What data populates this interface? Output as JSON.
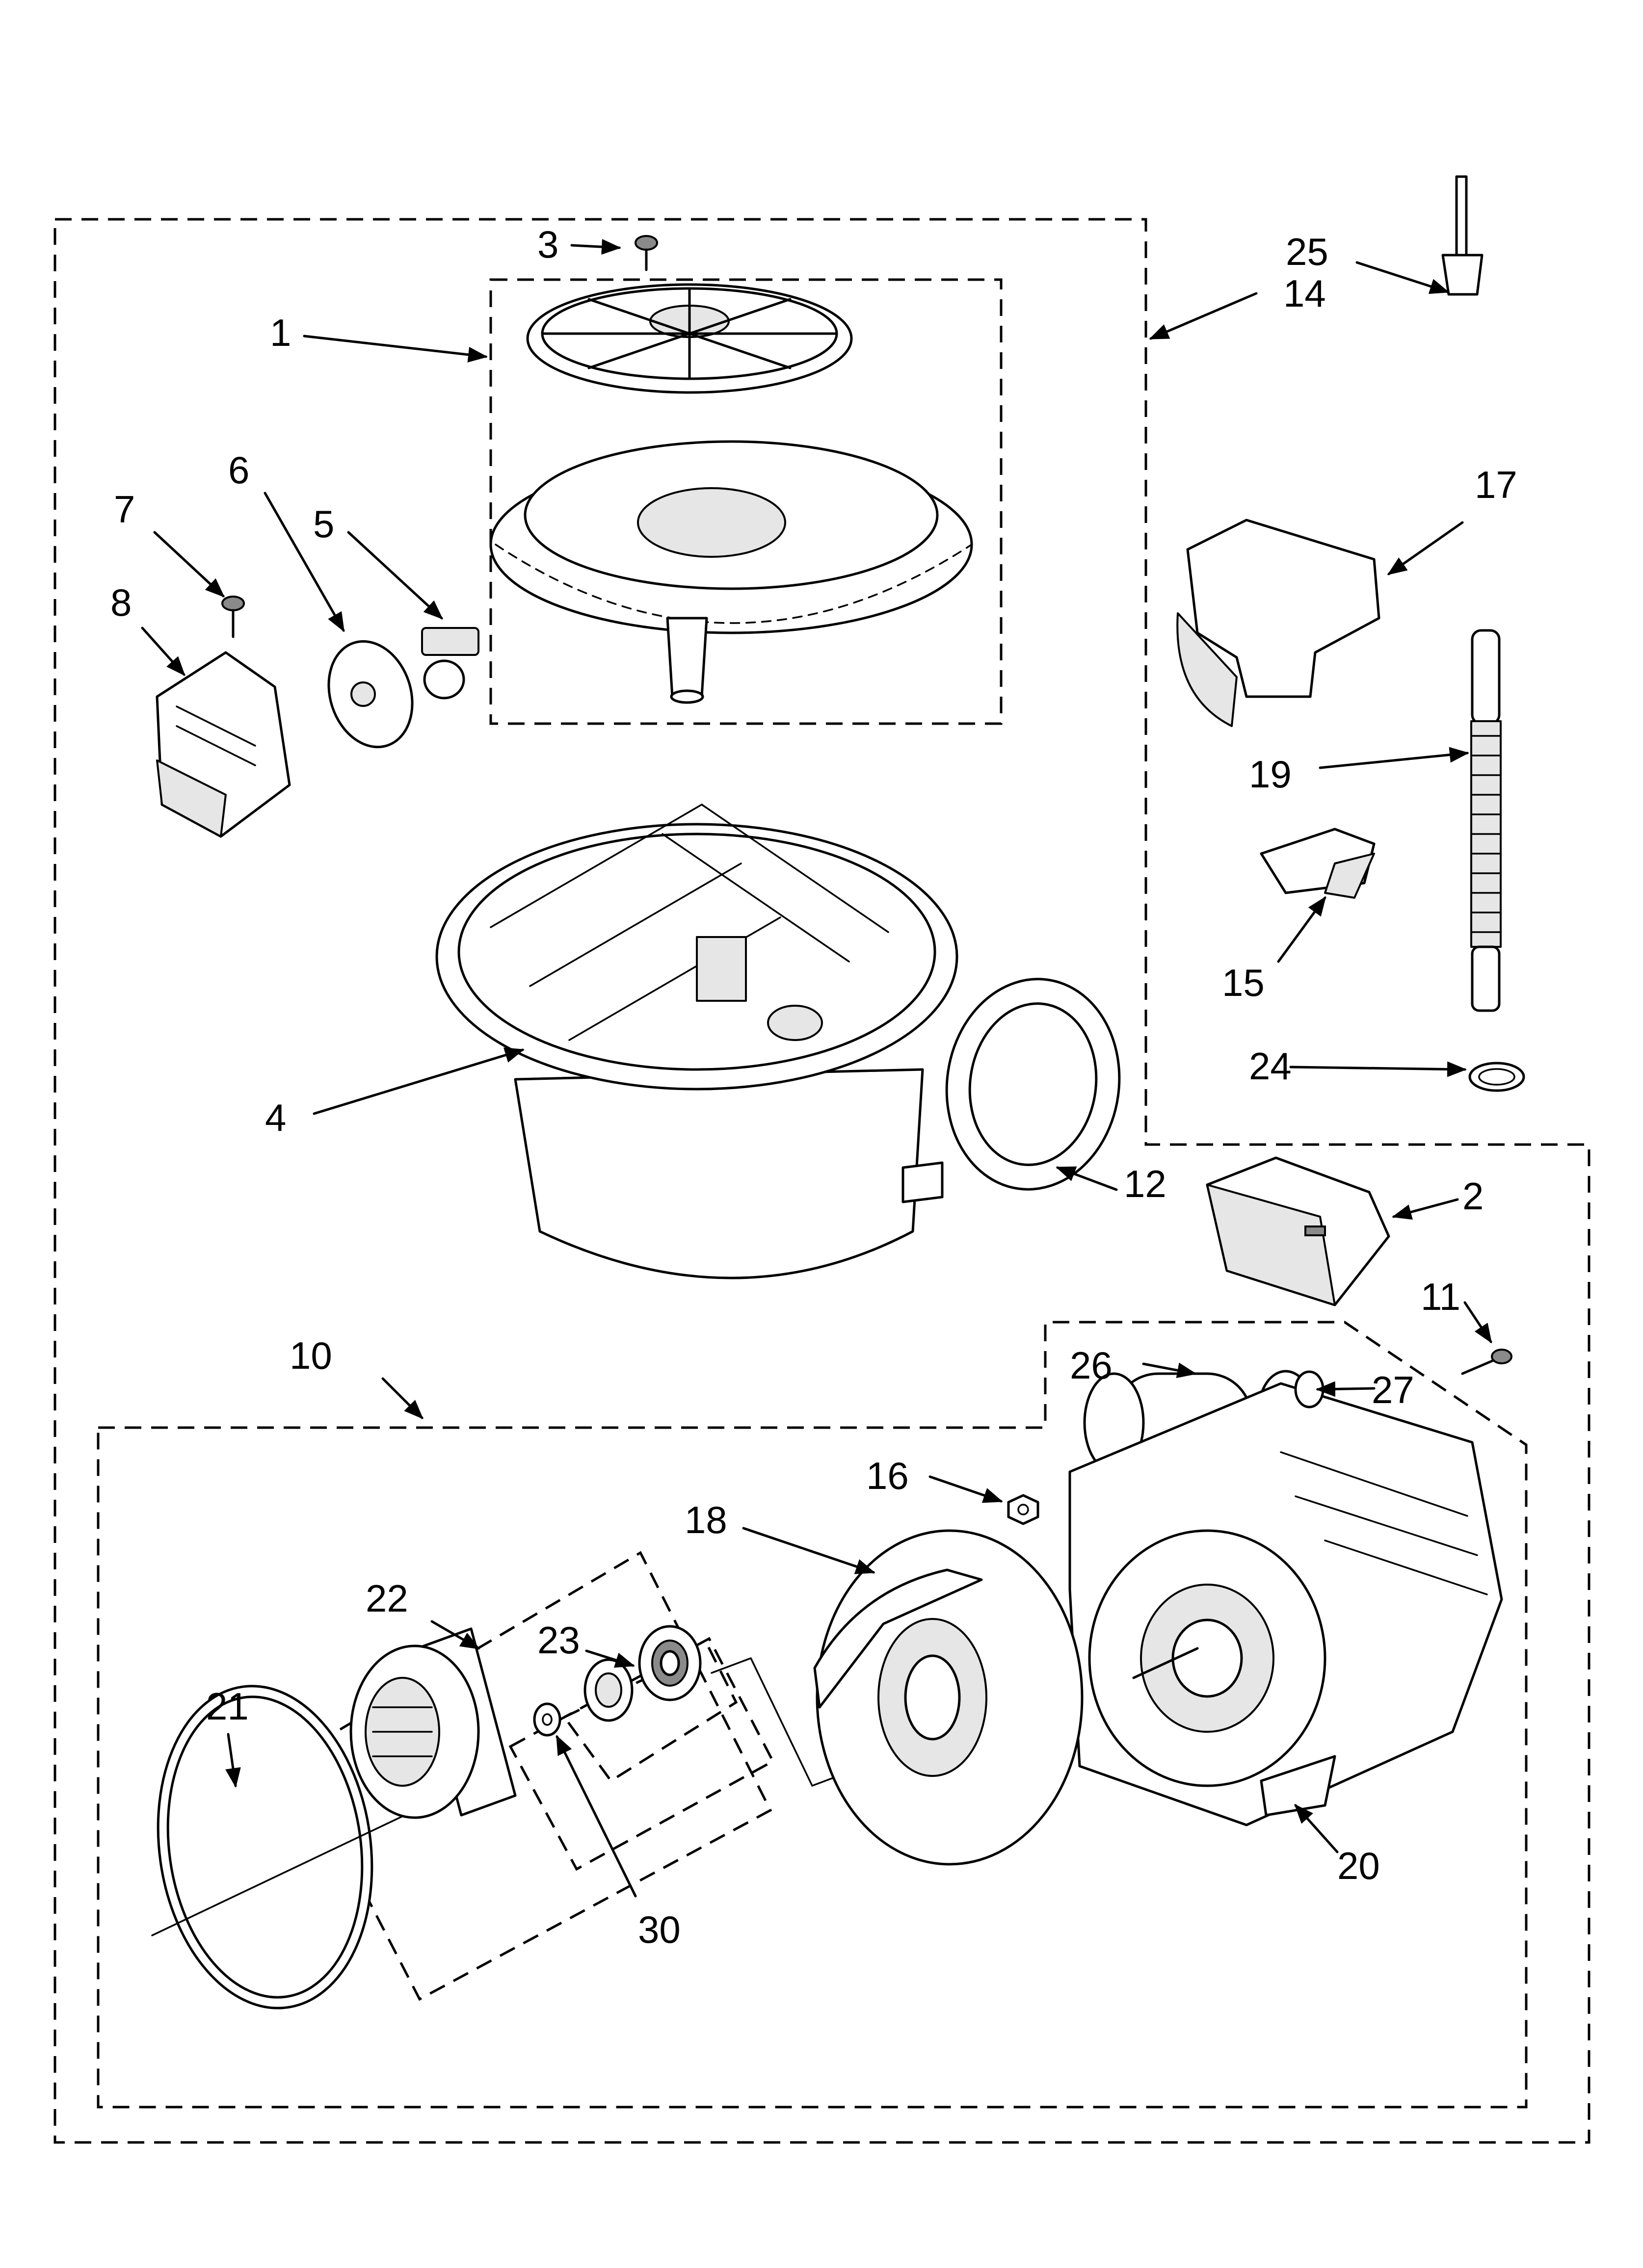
{
  "diagram": {
    "callouts": [
      "1",
      "2",
      "3",
      "4",
      "5",
      "6",
      "7",
      "8",
      "10",
      "11",
      "12",
      "14",
      "15",
      "16",
      "17",
      "18",
      "19",
      "20",
      "21",
      "22",
      "23",
      "24",
      "25",
      "26",
      "27",
      "30"
    ]
  }
}
